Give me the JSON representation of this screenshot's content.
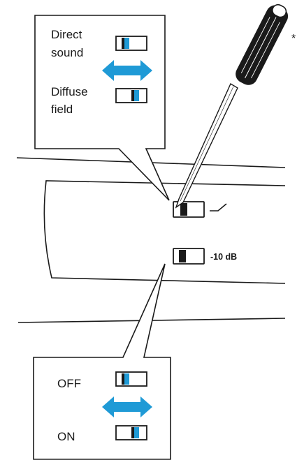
{
  "callout_top": {
    "position_labels": [
      {
        "lines": [
          "Direct",
          "sound"
        ],
        "switch_state": "left"
      },
      {
        "lines": [
          "Diffuse",
          "field"
        ],
        "switch_state": "right"
      }
    ]
  },
  "callout_bottom": {
    "position_labels": [
      {
        "text": "OFF",
        "switch_state": "left"
      },
      {
        "text": "ON",
        "switch_state": "right"
      }
    ]
  },
  "device": {
    "attenuation_label": "-10 dB",
    "footnote_marker": "*"
  },
  "icons": {
    "tool": "screwdriver-icon",
    "toggle_arrow": "double-arrow-icon"
  },
  "colors": {
    "accent": "#1f9ad6",
    "line": "#1a1a1a",
    "background": "#ffffff"
  }
}
